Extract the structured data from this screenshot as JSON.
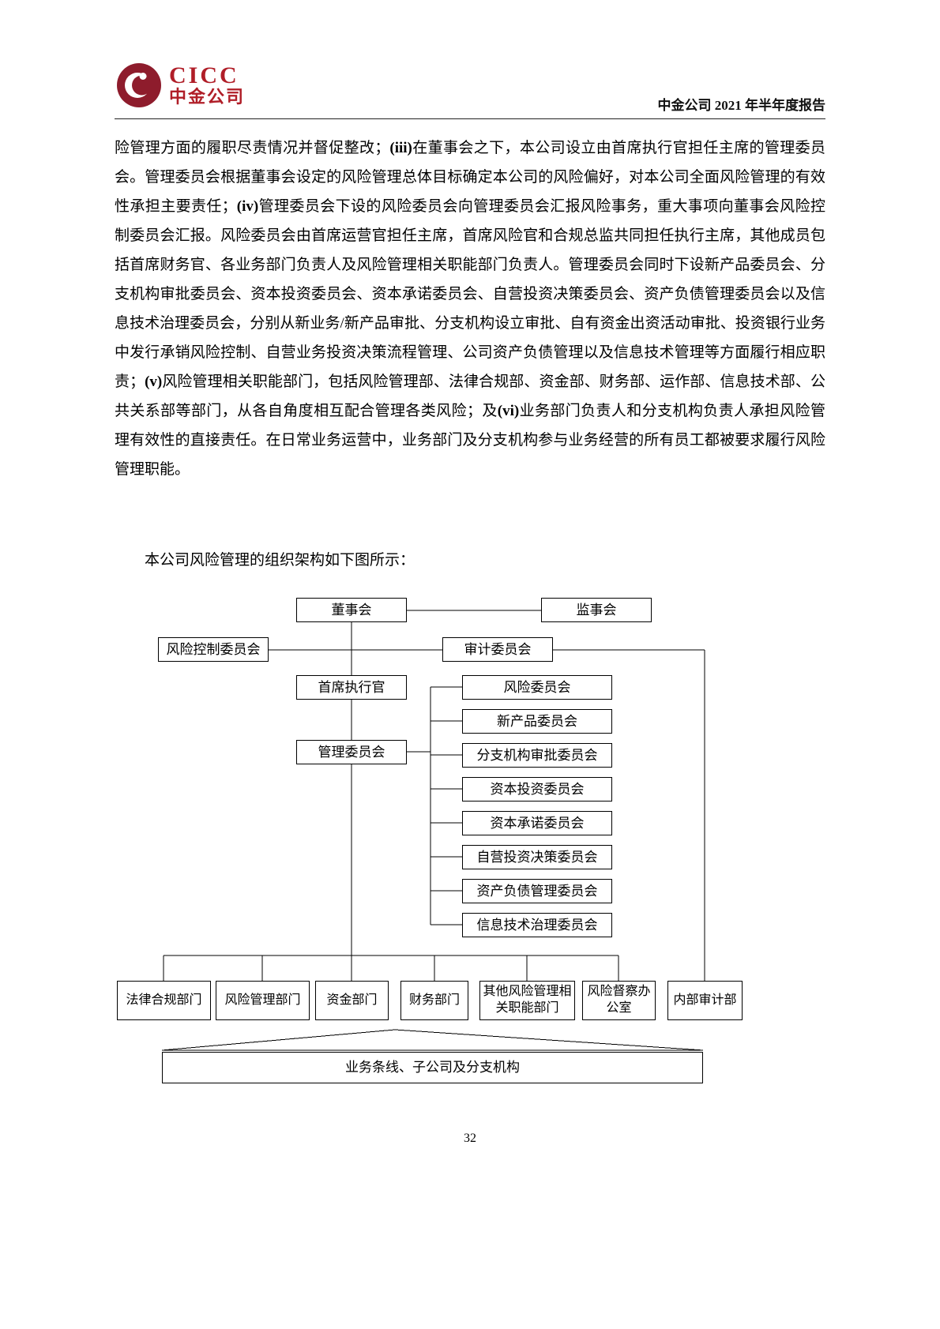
{
  "header": {
    "logo": {
      "cicc": "CICC",
      "chinese": "中金公司"
    },
    "report_title": "中金公司 2021 年半年度报告"
  },
  "body": {
    "paragraph_segments": [
      {
        "text": "险管理方面的履职尽责情况并督促整改；",
        "bold": false
      },
      {
        "text": "(iii)",
        "bold": true
      },
      {
        "text": "在董事会之下，本公司设立由首席执行官担任主席的管理委员会。管理委员会根据董事会设定的风险管理总体目标确定本公司的风险偏好，对本公司全面风险管理的有效性承担主要责任；",
        "bold": false
      },
      {
        "text": "(iv)",
        "bold": true
      },
      {
        "text": "管理委员会下设的风险委员会向管理委员会汇报风险事务，重大事项向董事会风险控制委员会汇报。风险委员会由首席运营官担任主席，首席风险官和合规总监共同担任执行主席，其他成员包括首席财务官、各业务部门负责人及风险管理相关职能部门负责人。管理委员会同时下设新产品委员会、分支机构审批委员会、资本投资委员会、资本承诺委员会、自营投资决策委员会、资产负债管理委员会以及信息技术治理委员会，分别从新业务/新产品审批、分支机构设立审批、自有资金出资活动审批、投资银行业务中发行承销风险控制、自营业务投资决策流程管理、公司资产负债管理以及信息技术管理等方面履行相应职责；",
        "bold": false
      },
      {
        "text": "(v)",
        "bold": true
      },
      {
        "text": "风险管理相关职能部门，包括风险管理部、法律合规部、资金部、财务部、运作部、信息技术部、公共关系部等部门，从各自角度相互配合管理各类风险；及",
        "bold": false
      },
      {
        "text": "(vi)",
        "bold": true
      },
      {
        "text": "业务部门负责人和分支机构负责人承担风险管理有效性的直接责任。在日常业务运营中，业务部门及分支机构参与业务经营的所有员工都被要求履行风险管理职能。",
        "bold": false
      }
    ],
    "chart_caption": "本公司风险管理的组织架构如下图所示："
  },
  "org_chart": {
    "nodes": {
      "board": "董事会",
      "supervisory": "监事会",
      "risk_control": "风险控制委员会",
      "audit": "审计委员会",
      "ceo": "首席执行官",
      "management": "管理委员会",
      "committees": [
        "风险委员会",
        "新产品委员会",
        "分支机构审批委员会",
        "资本投资委员会",
        "资本承诺委员会",
        "自营投资决策委员会",
        "资产负债管理委员会",
        "信息技术治理委员会"
      ],
      "departments": [
        "法律合规部门",
        "风险管理部门",
        "资金部门",
        "财务部门",
        "其他风险管理相关职能部门",
        "风险督察办公室",
        "内部审计部"
      ],
      "business_lines": "业务条线、子公司及分支机构"
    }
  },
  "footer": {
    "page_number": "32"
  }
}
